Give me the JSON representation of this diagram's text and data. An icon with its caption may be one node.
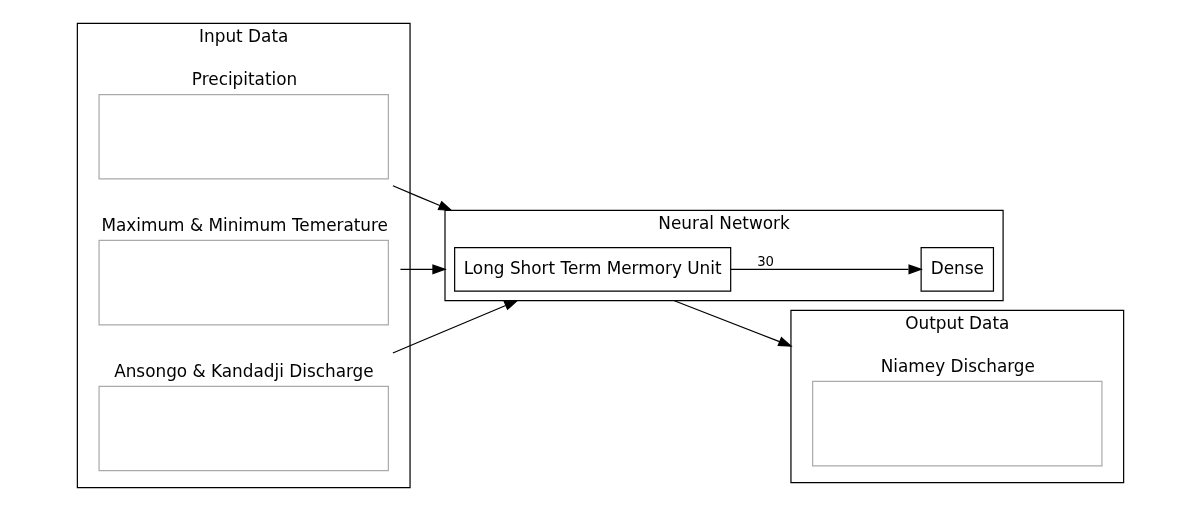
{
  "diagram": {
    "nodes": [
      {
        "text": [
          "Input Data"
        ]
      },
      {
        "text": [
          "Precipitation"
        ],
        "in": 0
      },
      {
        "text": [
          "Maximum & Minimum Temerature"
        ],
        "in": 0
      },
      {
        "text": [
          "Ansongo & Kandadji Discharge"
        ],
        "in": 0
      },
      {
        "text": [
          "Neural Network"
        ]
      },
      {
        "text": [
          "Long Short Term Mermory Unit"
        ],
        "in": 4
      },
      {
        "text": [
          "Dense"
        ],
        "in": 4
      },
      {
        "text": [
          "Output Data"
        ]
      },
      {
        "text": [
          "Niamey Discharge"
        ],
        "in": 7
      }
    ],
    "edges": [
      {
        "from": 1,
        "to": 4,
        "arrow": "to"
      },
      {
        "from": 2,
        "to": 4,
        "arrow": "to"
      },
      {
        "from": 3,
        "to": 4,
        "arrow": "to"
      },
      {
        "from": 5,
        "to": 6,
        "arrow": "to",
        "label": "30"
      },
      {
        "from": 4,
        "to": 7,
        "arrow": "to"
      }
    ]
  }
}
